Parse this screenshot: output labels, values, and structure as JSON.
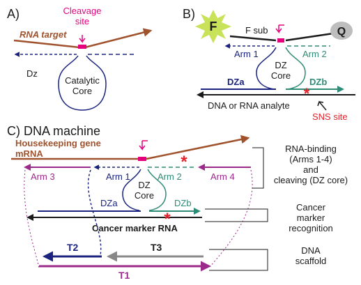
{
  "panel_a": {
    "label": "A)",
    "cleavage_site": "Cleavage\nsite",
    "rna_target": "RNA target",
    "dz": "Dz",
    "catalytic_core": "Catalytic\nCore"
  },
  "panel_b": {
    "label": "B)",
    "fluorophore": "F",
    "quencher": "Q",
    "f_sub": "F sub",
    "arm1": "Arm 1",
    "arm2": "Arm 2",
    "dz_core": "DZ\nCore",
    "dza": "DZa",
    "dzb": "DZb",
    "analyte": "DNA or RNA analyte",
    "sns_site": "SNS site"
  },
  "panel_c": {
    "label": "C) DNA machine",
    "housekeeping": "Housekeeping gene\nmRNA",
    "arm1": "Arm 1",
    "arm2": "Arm 2",
    "arm3": "Arm 3",
    "arm4": "Arm 4",
    "dz_core": "DZ\nCore",
    "dza": "DZa",
    "dzb": "DZb",
    "cancer_rna": "Cancer marker RNA",
    "t1": "T1",
    "t2": "T2",
    "t3": "T3",
    "rna_binding": "RNA-binding\n(Arms 1-4)\nand\ncleaving (DZ core)",
    "cancer_recognition": "Cancer\nmarker\nrecognition",
    "dna_scaffold": "DNA\nscaffold"
  },
  "colors": {
    "rna": "#a0522d",
    "magenta": "#e6007e",
    "blue": "#1a237e",
    "teal": "#2e8b75",
    "purple": "#9c2a8a",
    "red": "#e8202a",
    "gray": "#888888",
    "black": "#1a1a1a",
    "f_star": "#c8e25a",
    "q_circle": "#bdbdbd"
  }
}
